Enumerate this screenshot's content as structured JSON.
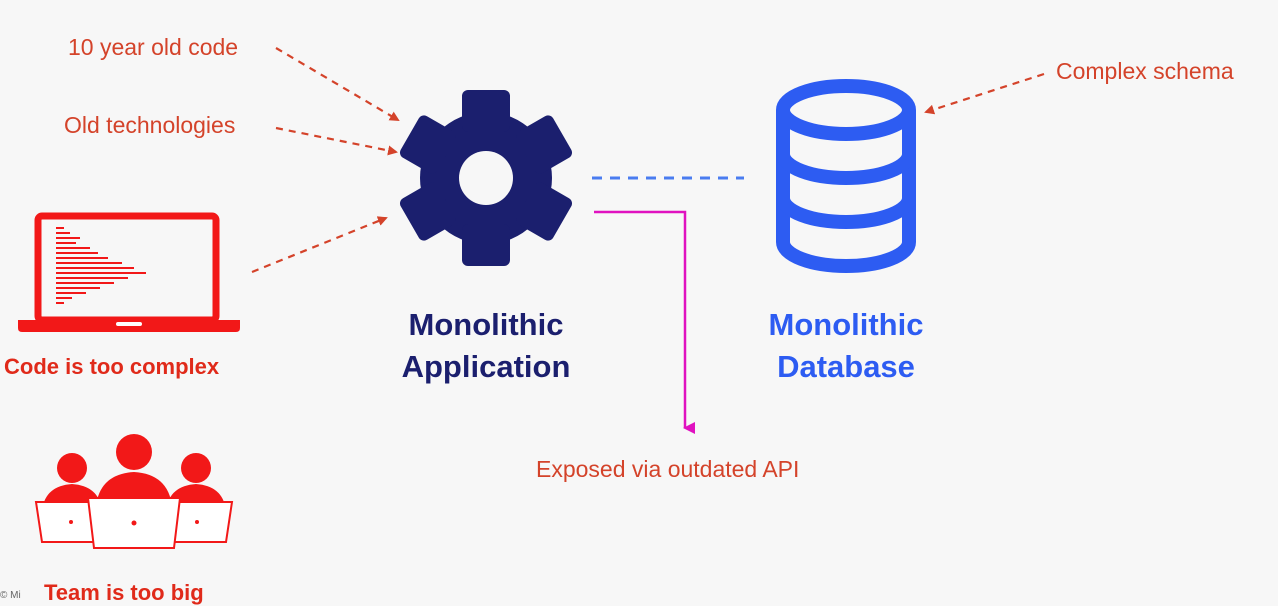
{
  "annotations": {
    "old_code": "10 year old code",
    "old_tech": "Old technologies",
    "complex_schema": "Complex schema",
    "outdated_api": "Exposed via outdated API"
  },
  "app": {
    "line1": "Monolithic",
    "line2": "Application"
  },
  "db": {
    "line1": "Monolithic",
    "line2": "Database"
  },
  "issues": {
    "code": "Code is too complex",
    "team": "Team is too big"
  },
  "footer": {
    "cut_text": "© Mi"
  },
  "colors": {
    "annotation": "#d4432a",
    "gear": "#1b1f6e",
    "database": "#2d5cf2",
    "connector": "#4a7cf0",
    "api_line": "#e012c0",
    "issue": "#e02a1a"
  },
  "icons": [
    "gear-icon",
    "database-icon",
    "laptop-icon",
    "team-icon"
  ]
}
